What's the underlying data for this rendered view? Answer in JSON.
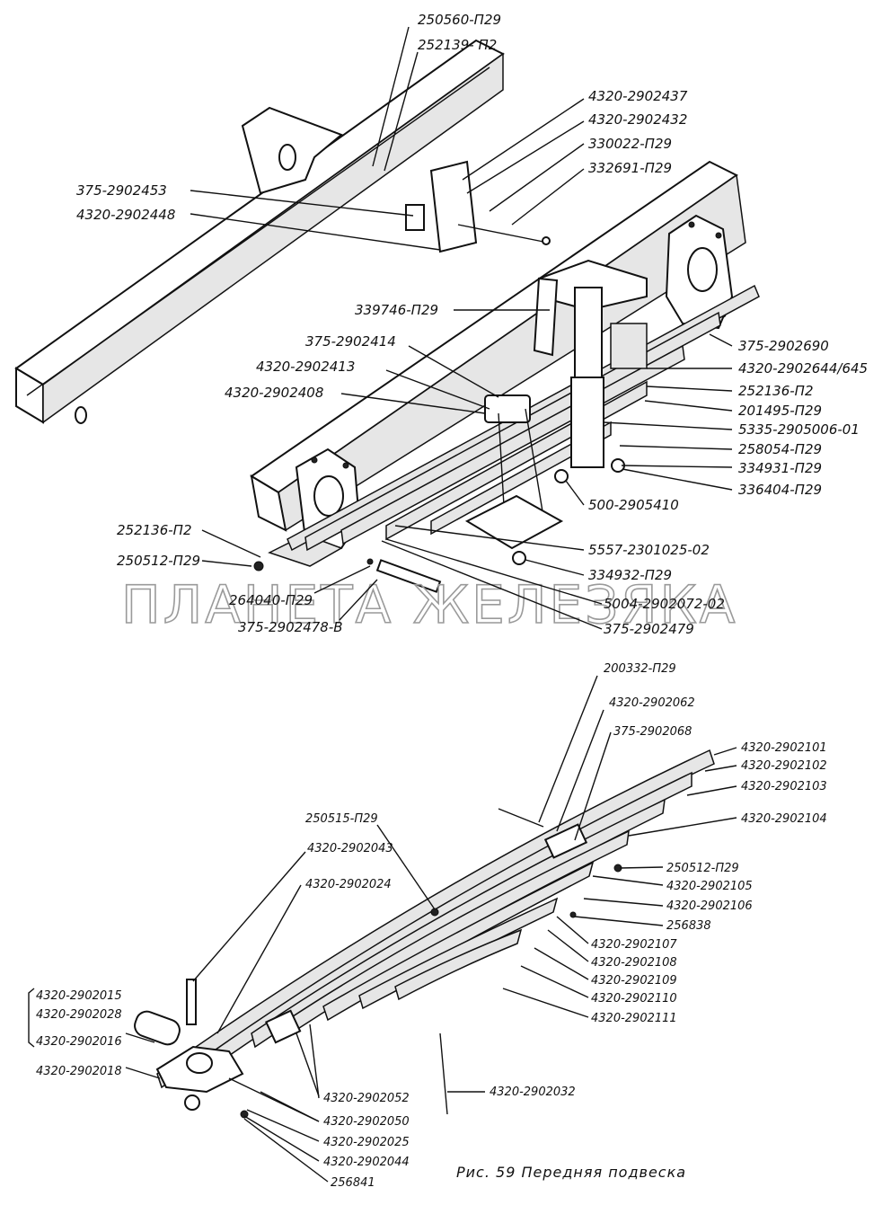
{
  "caption": "Рис. 59 Передняя подвеска",
  "watermark": "ПЛАНЕТА ЖЕЛЕЗЯКА",
  "labels_upper": {
    "l1": "250560-П29",
    "l2": "252139- П2",
    "l3": "4320-2902437",
    "l4": "4320-2902432",
    "l5": "330022-П29",
    "l6": "332691-П29",
    "l7": "375-2902453",
    "l8": "4320-2902448",
    "l9": "339746-П29",
    "l10": "375-2902414",
    "l11": "4320-2902413",
    "l12": "4320-2902408",
    "l13": "375-2902690",
    "l14": "4320-2902644/645",
    "l15": "252136-П2",
    "l16": "201495-П29",
    "l17": "5335-2905006-01",
    "l18": "258054-П29",
    "l19": "334931-П29",
    "l20": "336404-П29",
    "l21": "500-2905410",
    "l22": "252136-П2",
    "l23": "250512-П29",
    "l24": "5557-2301025-02",
    "l25": "334932-П29",
    "l26": "264040-П29",
    "l27": "5004-2902072-02",
    "l28": "375-2902478-В",
    "l29": "375-2902479"
  },
  "labels_lower": {
    "m1": "200332-П29",
    "m2": "4320-2902062",
    "m3": "375-2902068",
    "m4": "4320-2902101",
    "m5": "4320-2902102",
    "m6": "4320-2902103",
    "m7": "4320-2902104",
    "m8": "250515-П29",
    "m9": "4320-2902043",
    "m10": "4320-2902024",
    "m11": "250512-П29",
    "m12": "4320-2902105",
    "m13": "4320-2902106",
    "m14": "256838",
    "m15": "4320-2902107",
    "m16": "4320-2902108",
    "m17": "4320-2902109",
    "m18": "4320-2902110",
    "m19": "4320-2902111",
    "m20": "4320-2902015",
    "m21": "4320-2902028",
    "m22": "4320-2902016",
    "m23": "4320-2902018",
    "m24": "4320-2902032",
    "m25": "4320-2902052",
    "m26": "4320-2902050",
    "m27": "4320-2902025",
    "m28": "4320-2902044",
    "m29": "256841"
  }
}
